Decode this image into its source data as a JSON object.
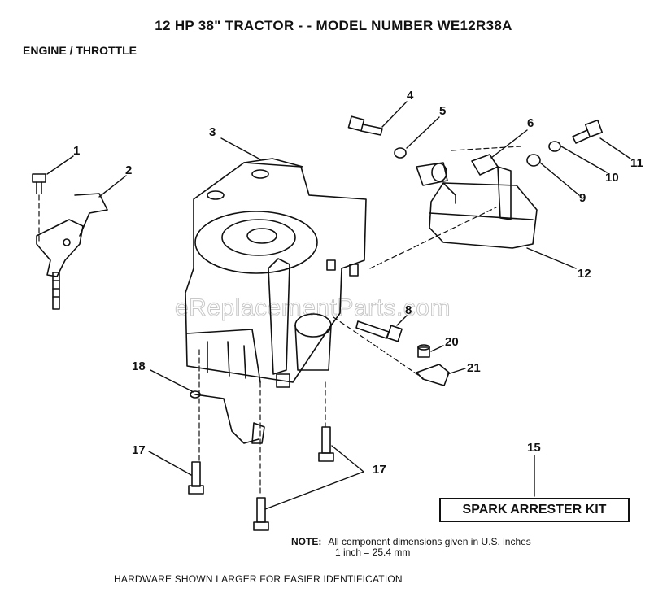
{
  "title": "12 HP 38\" TRACTOR - - MODEL NUMBER WE12R38A",
  "subtitle": "ENGINE / THROTTLE",
  "watermark": "eReplacementParts.com",
  "callouts": [
    "1",
    "2",
    "3",
    "4",
    "5",
    "6",
    "9",
    "10",
    "11",
    "12",
    "8",
    "20",
    "21",
    "18",
    "17",
    "17",
    "15"
  ],
  "kit_label": "SPARK ARRESTER KIT",
  "note": {
    "label": "NOTE:",
    "line1": "All component dimensions given in U.S. inches",
    "line2": "1 inch = 25.4 mm"
  },
  "hardware_note": "HARDWARE SHOWN LARGER FOR EASIER IDENTIFICATION"
}
